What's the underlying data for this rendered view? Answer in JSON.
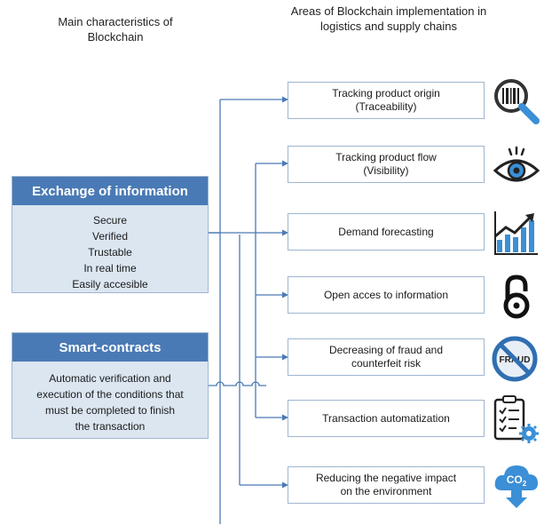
{
  "headings": {
    "left": "Main characteristics of Blockchain",
    "right": "Areas of Blockchain implementation in logistics and supply chains"
  },
  "characteristics": [
    {
      "title": "Exchange of information",
      "lines": [
        "Secure",
        "Verified",
        "Trustable",
        "In real time",
        "Easily accesible"
      ]
    },
    {
      "title": "Smart-contracts",
      "lines": [
        "Automatic verification and",
        "execution of the conditions that",
        "must be completed to finish",
        "the transaction"
      ]
    }
  ],
  "areas": [
    {
      "line1": "Tracking product origin",
      "line2": "(Traceability)",
      "icon": "barcode-magnifier-icon"
    },
    {
      "line1": "Tracking product flow",
      "line2": "(Visibility)",
      "icon": "eye-icon"
    },
    {
      "line1": "Demand forecasting",
      "line2": "",
      "icon": "growth-chart-icon"
    },
    {
      "line1": "Open acces to information",
      "line2": "",
      "icon": "open-access-icon"
    },
    {
      "line1": "Decreasing of fraud and",
      "line2": "counterfeit risk",
      "icon": "no-fraud-icon"
    },
    {
      "line1": "Transaction automatization",
      "line2": "",
      "icon": "checklist-gear-icon"
    },
    {
      "line1": "Reducing the negative impact",
      "line2": "on the environment",
      "icon": "co2-cloud-icon"
    }
  ],
  "icon_labels": {
    "fraud": "FRAUD",
    "co2": "CO",
    "co2_sub": "2"
  },
  "colors": {
    "accent": "#4a7ab5",
    "card_fill": "#dbe6f1",
    "border": "#9fb6cf",
    "icon_blue": "#3b8fd6"
  }
}
